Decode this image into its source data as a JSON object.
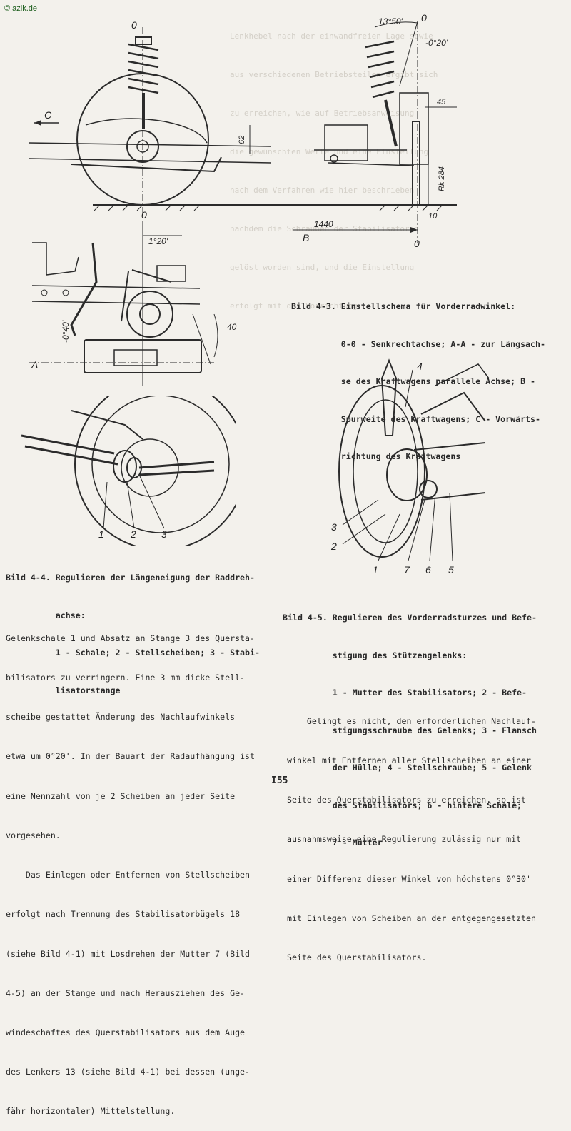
{
  "watermark": "© azlk.de",
  "page_number": "I55",
  "fig3": {
    "labels": {
      "axis_top": "0",
      "axis_bottom": "0",
      "c": "C",
      "d62": "62",
      "a1": "1°20'",
      "a40": "-0°40'",
      "d40": "40",
      "a_left": "A",
      "b13": "13°50'",
      "b0top": "0",
      "b020": "-0°20'",
      "d45": "45",
      "rk": "Rk 284",
      "d1440": "1440",
      "b_label": "B",
      "d10": "10",
      "b0bot": "0"
    },
    "caption": [
      "Bild 4-3. Einstellschema für Vorderradwinkel:",
      "          0-0 - Senkrechtachse; A-A - zur Längsach-",
      "          se des Kraftwagens parallele Achse; B -",
      "          Spurweite des Kraftwagens; C - Vorwärts-",
      "          richtung des Kraftwagens"
    ]
  },
  "fig4": {
    "callouts": [
      "1",
      "2",
      "3"
    ],
    "caption": [
      "Bild 4-4. Regulieren der Längeneigung der Raddreh-",
      "          achse:",
      "          1 - Schale; 2 - Stellscheiben; 3 - Stabi-",
      "          lisatorstange"
    ]
  },
  "fig5": {
    "callouts": [
      "4",
      "3",
      "2",
      "1",
      "7",
      "6",
      "5"
    ],
    "caption": [
      "Bild 4-5. Regulieren des Vorderradsturzes und Befe-",
      "          stigung des Stützengelenks:",
      "          1 - Mutter des Stabilisators; 2 - Befe-",
      "          stigungsschraube des Gelenks; 3 - Flansch",
      "          der Hülle; 4 - Stellschraube; 5 - Gelenk",
      "          des Stabilisators; 6 - hintere Schale;",
      "          7 - Mutter"
    ]
  },
  "left_text": [
    "Gelenkschale 1 und Absatz an Stange 3 des Quersta-",
    "bilisators zu verringern. Eine 3 mm dicke Stell-",
    "scheibe gestattet Änderung des Nachlaufwinkels",
    "etwa um 0°20'. In der Bauart der Radaufhängung ist",
    "eine Nennzahl von je 2 Scheiben an jeder Seite",
    "vorgesehen.",
    "    Das Einlegen oder Entfernen von Stellscheiben",
    "erfolgt nach Trennung des Stabilisatorbügels 18",
    "(siehe Bild 4-1) mit Losdrehen der Mutter 7 (Bild",
    "4-5) an der Stange und nach Herausziehen des Ge-",
    "windeschaftes des Querstabilisators aus dem Auge",
    "des Lenkers 13 (siehe Bild 4-1) bei dessen (unge-",
    "fähr horizontaler) Mittelstellung."
  ],
  "right_text": [
    "    Gelingt es nicht, den erforderlichen Nachlauf-",
    "winkel mit Entfernen aller Stellscheiben an einer",
    "Seite des Querstabilisators zu erreichen, so ist",
    "ausnahmsweise eine Regulierung zulässig nur mit",
    "einer Differenz dieser Winkel von höchstens 0°30'",
    "mit Einlegen von Scheiben an der entgegengesetzten",
    "Seite des Querstabilisators."
  ],
  "bleed": [
    "Lenkhebel nach der einwandfreien Lage sowie",
    "aus verschiedenen Betriebsteilen ergibt sich",
    "zu erreichen, wie auf Betriebsanweisung",
    "die gewünschten Werte und eine Einstellung",
    "nach dem Verfahren wie hier beschrieben",
    "nachdem die Schrauben der Stabilisatoren",
    "gelöst worden sind, und die Einstellung",
    "erfolgt mit der Vorrichtung"
  ]
}
